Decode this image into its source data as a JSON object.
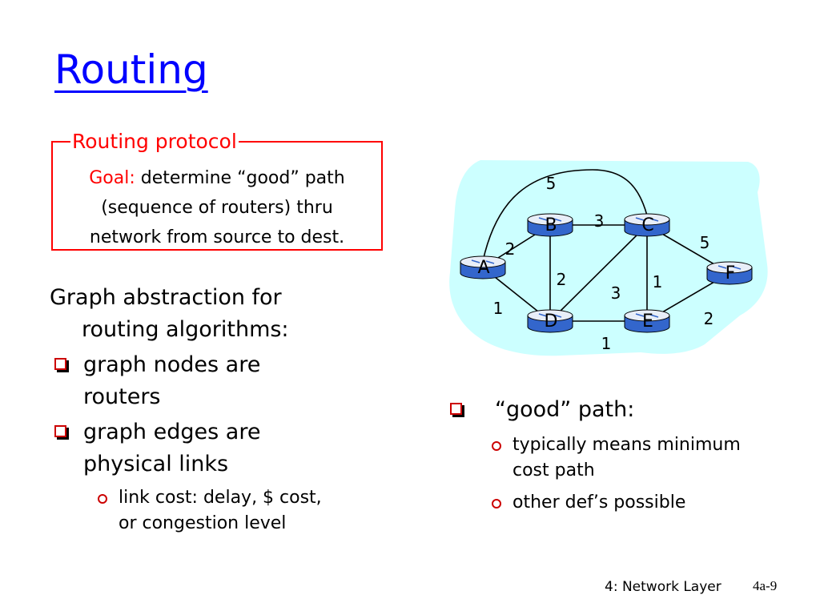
{
  "slide": {
    "title": "Routing",
    "footer_left": "4: Network Layer",
    "footer_right": "4a-9"
  },
  "protocol_box": {
    "legend": "Routing protocol",
    "goal_label": "Goal:",
    "goal_line1": "determine “good” path",
    "goal_line2": "(sequence of routers) thru",
    "goal_line3": "network from source to dest."
  },
  "left_list": {
    "lead_line1": "Graph abstraction for",
    "lead_line2": "routing algorithms:",
    "bullet1_line1": "graph nodes are",
    "bullet1_line2": "routers",
    "bullet2_line1": "graph edges are",
    "bullet2_line2": "physical links",
    "sub1_line1": "link cost: delay, $ cost,",
    "sub1_line2": "or congestion level"
  },
  "right_list": {
    "bullet1": "“good” path:",
    "sub1_line1": "typically means minimum",
    "sub1_line2": "cost path",
    "sub2": "other def’s possible"
  },
  "graph": {
    "cloud_color": "#ccffff",
    "router_color": "#3366cc",
    "nodes": [
      "A",
      "B",
      "C",
      "D",
      "E",
      "F"
    ],
    "edges": [
      {
        "from": "A",
        "to": "B",
        "cost": "2"
      },
      {
        "from": "A",
        "to": "D",
        "cost": "1"
      },
      {
        "from": "A",
        "to": "C",
        "cost": "5"
      },
      {
        "from": "B",
        "to": "C",
        "cost": "3"
      },
      {
        "from": "B",
        "to": "D",
        "cost": "2"
      },
      {
        "from": "C",
        "to": "D",
        "cost": "3"
      },
      {
        "from": "C",
        "to": "E",
        "cost": "1"
      },
      {
        "from": "C",
        "to": "F",
        "cost": "5"
      },
      {
        "from": "D",
        "to": "E",
        "cost": "1"
      },
      {
        "from": "E",
        "to": "F",
        "cost": "2"
      }
    ]
  }
}
